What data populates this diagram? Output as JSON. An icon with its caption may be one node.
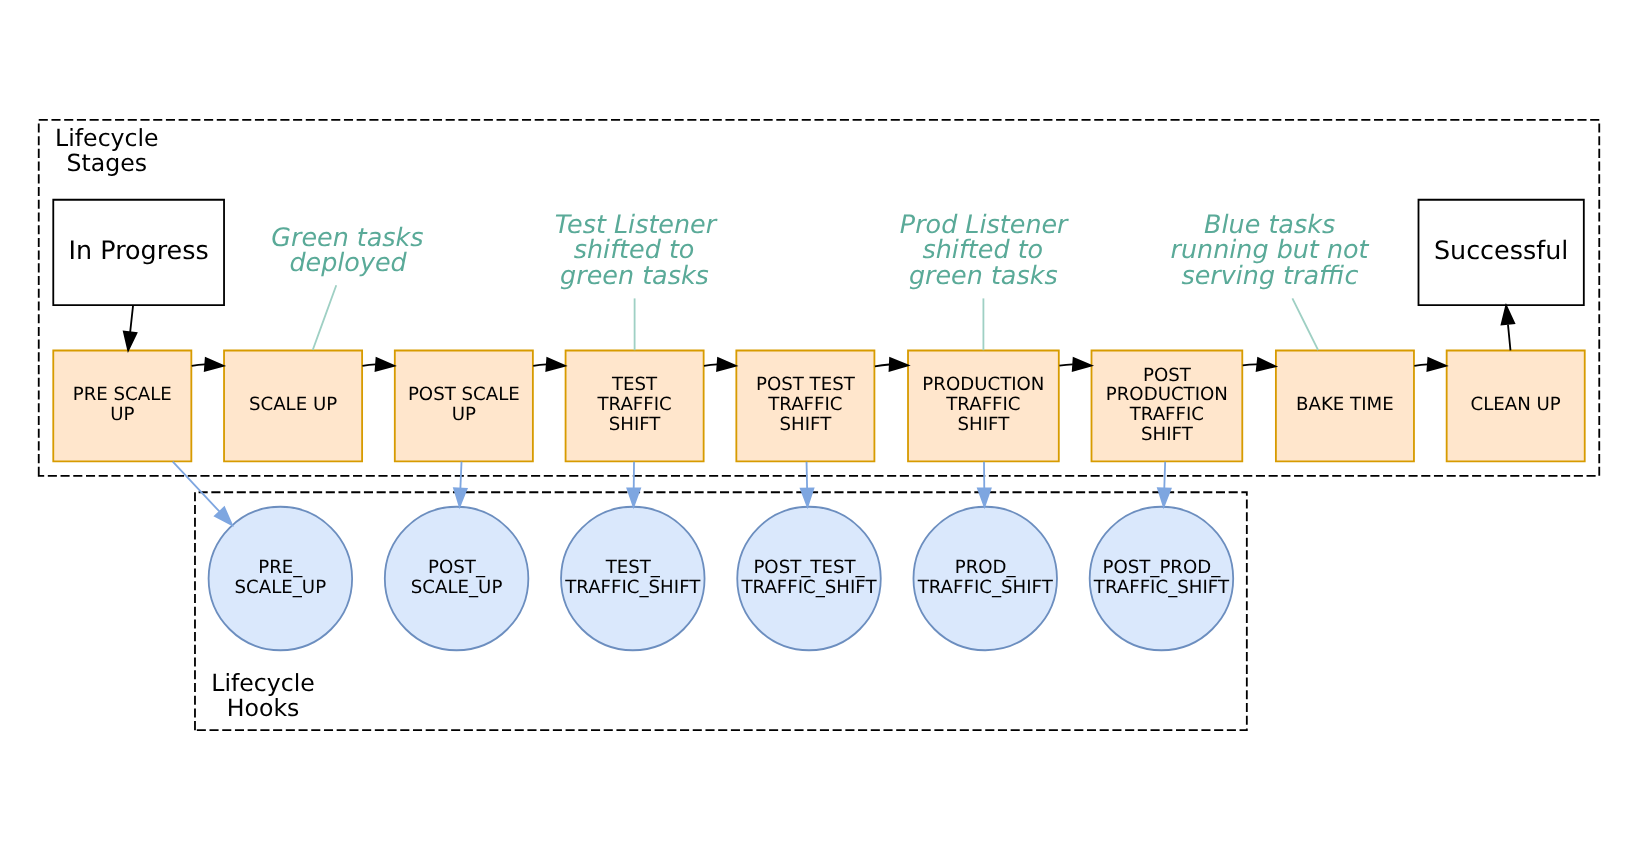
{
  "diagram": {
    "nodes": [
      {
        "text": [
          "Lifecycle Stages"
        ]
      },
      {
        "text": [
          "In Progress"
        ],
        "in": 0
      },
      {
        "text": [
          "Green tasks deployed"
        ],
        "in": 0
      },
      {
        "text": [
          "Test Listener shifted to green tasks"
        ],
        "in": 0
      },
      {
        "text": [
          "Prod Listener shifted to green tasks"
        ],
        "in": 0
      },
      {
        "text": [
          "Blue tasks running but not serving traffic"
        ],
        "in": 0
      },
      {
        "text": [
          "Successful"
        ],
        "in": 0
      },
      {
        "text": [
          "PRE SCALE UP"
        ],
        "in": 0
      },
      {
        "text": [
          "SCALE UP"
        ],
        "in": 0
      },
      {
        "text": [
          "POST SCALE UP"
        ],
        "in": 0
      },
      {
        "text": [
          "TEST TRAFFIC SHIFT"
        ],
        "in": 0
      },
      {
        "text": [
          "POST TEST TRAFFIC SHIFT"
        ],
        "in": 0
      },
      {
        "text": [
          "PRODUCTION TRAFFIC SHIFT"
        ],
        "in": 0
      },
      {
        "text": [
          "POST PRODUCTION TRAFFIC SHIFT"
        ],
        "in": 0
      },
      {
        "text": [
          "BAKE TIME"
        ],
        "in": 0
      },
      {
        "text": [
          "CLEAN UP"
        ],
        "in": 0
      },
      {
        "text": [
          "Lifecycle Hooks"
        ]
      },
      {
        "text": [
          "PRE_ SCALE_UP"
        ],
        "in": 16
      },
      {
        "text": [
          "POST_ SCALE_UP"
        ],
        "in": 16
      },
      {
        "text": [
          "TEST_ TRAFFIC_SHIFT"
        ],
        "in": 16
      },
      {
        "text": [
          "POST_TEST_ TRAFFIC_SHIFT"
        ],
        "in": 16
      },
      {
        "text": [
          "PROD_ TRAFFIC_SHIFT"
        ],
        "in": 16
      },
      {
        "text": [
          "POST_PROD_ TRAFFIC_SHIFT"
        ],
        "in": 16
      }
    ],
    "edges": [
      {
        "from": 1,
        "to": 7,
        "arrow": "to"
      },
      {
        "from": 7,
        "to": 8,
        "arrow": "to"
      },
      {
        "from": 8,
        "to": 9,
        "arrow": "to"
      },
      {
        "from": 9,
        "to": 10,
        "arrow": "to"
      },
      {
        "from": 10,
        "to": 11,
        "arrow": "to"
      },
      {
        "from": 11,
        "to": 12,
        "arrow": "to"
      },
      {
        "from": 12,
        "to": 13,
        "arrow": "to"
      },
      {
        "from": 13,
        "to": 14,
        "arrow": "to"
      },
      {
        "from": 14,
        "to": 15,
        "arrow": "to"
      },
      {
        "from": 15,
        "to": 6,
        "arrow": "to"
      },
      {
        "from": 2,
        "to": 8,
        "arrow": "none",
        "color": "#9fd0c4"
      },
      {
        "from": 3,
        "to": 10,
        "arrow": "none",
        "color": "#9fd0c4"
      },
      {
        "from": 4,
        "to": 12,
        "arrow": "none",
        "color": "#9fd0c4"
      },
      {
        "from": 5,
        "to": 14,
        "arrow": "none",
        "color": "#9fd0c4"
      },
      {
        "from": 7,
        "to": 17,
        "arrow": "to",
        "color": "#7ea6e0"
      },
      {
        "from": 9,
        "to": 18,
        "arrow": "to",
        "color": "#7ea6e0"
      },
      {
        "from": 10,
        "to": 19,
        "arrow": "to",
        "color": "#7ea6e0"
      },
      {
        "from": 11,
        "to": 20,
        "arrow": "to",
        "color": "#7ea6e0"
      },
      {
        "from": 12,
        "to": 21,
        "arrow": "to",
        "color": "#7ea6e0"
      },
      {
        "from": 13,
        "to": 22,
        "arrow": "to",
        "color": "#7ea6e0"
      }
    ]
  }
}
